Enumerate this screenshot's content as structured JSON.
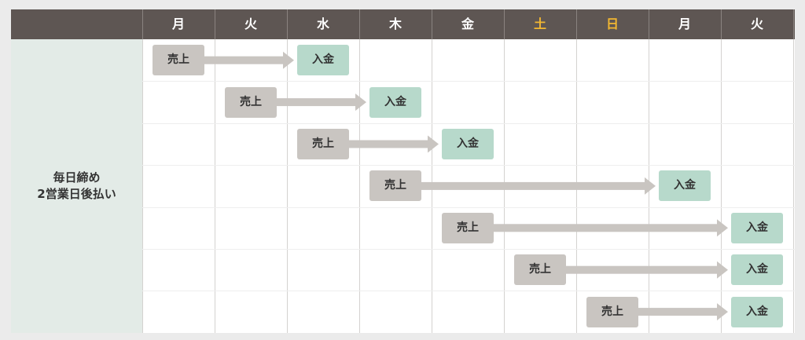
{
  "header": {
    "corner": "",
    "days": [
      {
        "label": "月",
        "weekend": false
      },
      {
        "label": "火",
        "weekend": false
      },
      {
        "label": "水",
        "weekend": false
      },
      {
        "label": "木",
        "weekend": false
      },
      {
        "label": "金",
        "weekend": false
      },
      {
        "label": "土",
        "weekend": true
      },
      {
        "label": "日",
        "weekend": true
      },
      {
        "label": "月",
        "weekend": false
      },
      {
        "label": "火",
        "weekend": false
      }
    ]
  },
  "side": {
    "line1": "毎日締め",
    "line2": "2営業日後払い"
  },
  "flows": [
    {
      "sale_label": "売上",
      "deposit_label": "入金",
      "sale_day": 0,
      "deposit_day": 2
    },
    {
      "sale_label": "売上",
      "deposit_label": "入金",
      "sale_day": 1,
      "deposit_day": 3
    },
    {
      "sale_label": "売上",
      "deposit_label": "入金",
      "sale_day": 2,
      "deposit_day": 4
    },
    {
      "sale_label": "売上",
      "deposit_label": "入金",
      "sale_day": 3,
      "deposit_day": 7
    },
    {
      "sale_label": "売上",
      "deposit_label": "入金",
      "sale_day": 4,
      "deposit_day": 8
    },
    {
      "sale_label": "売上",
      "deposit_label": "入金",
      "sale_day": 5,
      "deposit_day": 8
    },
    {
      "sale_label": "売上",
      "deposit_label": "入金",
      "sale_day": 6,
      "deposit_day": 8
    }
  ],
  "colors": {
    "header_bg": "#5e5653",
    "weekend_text": "#f2b731",
    "sale_box": "#c9c5c1",
    "deposit_box": "#b7d9cb",
    "arrow": "#c9c5c1",
    "side_bg": "#e3ebe7"
  }
}
